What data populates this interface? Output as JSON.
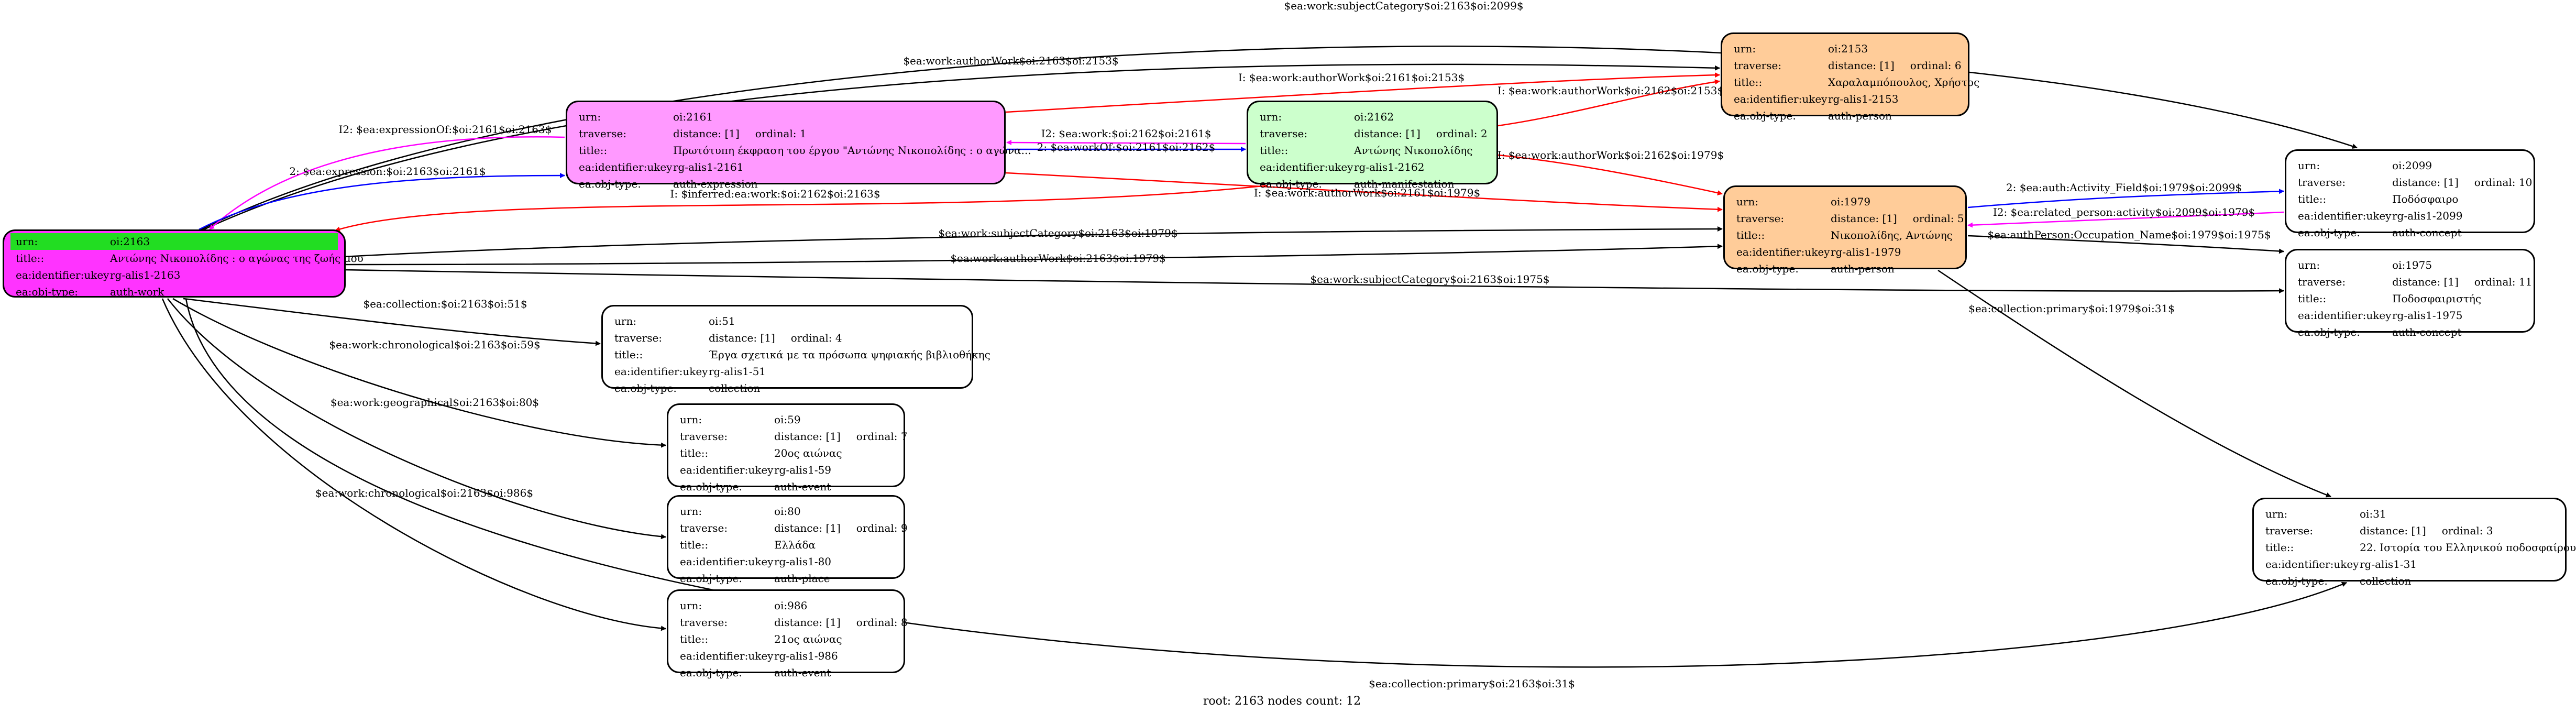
{
  "footer": "root: 2163 nodes count: 12",
  "colors": {
    "root_fill": "#ff33ff",
    "root_header": "#22dd22",
    "expression_fill": "#ff99ff",
    "manifestation_fill": "#ccffcc",
    "person_fill": "#ffcc99",
    "plain_fill": "#ffffff",
    "edge_black": "#000000",
    "edge_red": "#ff0000",
    "edge_blue": "#0000ff",
    "edge_magenta": "#ff00ff"
  },
  "nodes": [
    {
      "id": "n2163",
      "urn": "oi:2163",
      "title": "Αντώνης Νικοπολίδης : ο αγώνας της ζωής μου",
      "ukey": "rg-alis1-2163",
      "objtype": "auth-work"
    },
    {
      "id": "n2161",
      "urn": "oi:2161",
      "traverse": "distance: [1]",
      "ordinal": "ordinal: 1",
      "title": "Πρωτότυπη έκφραση του έργου \"Αντώνης Νικοπολίδης : ο αγώνα...",
      "ukey": "rg-alis1-2161",
      "objtype": "auth-expression"
    },
    {
      "id": "n2162",
      "urn": "oi:2162",
      "traverse": "distance: [1]",
      "ordinal": "ordinal: 2",
      "title": "Αντώνης Νικοπολίδης",
      "ukey": "rg-alis1-2162",
      "objtype": "auth-manifestation"
    },
    {
      "id": "n2153",
      "urn": "oi:2153",
      "traverse": "distance: [1]",
      "ordinal": "ordinal: 6",
      "title": "Χαραλαμπόπουλος, Χρήστος",
      "ukey": "rg-alis1-2153",
      "objtype": "auth-person"
    },
    {
      "id": "n1979",
      "urn": "oi:1979",
      "traverse": "distance: [1]",
      "ordinal": "ordinal: 5",
      "title": "Νικοπολίδης, Αντώνης",
      "ukey": "rg-alis1-1979",
      "objtype": "auth-person"
    },
    {
      "id": "n2099",
      "urn": "oi:2099",
      "traverse": "distance: [1]",
      "ordinal": "ordinal: 10",
      "title": "Ποδόσφαιρο",
      "ukey": "rg-alis1-2099",
      "objtype": "auth-concept"
    },
    {
      "id": "n1975",
      "urn": "oi:1975",
      "traverse": "distance: [1]",
      "ordinal": "ordinal: 11",
      "title": "Ποδοσφαιριστής",
      "ukey": "rg-alis1-1975",
      "objtype": "auth-concept"
    },
    {
      "id": "n51",
      "urn": "oi:51",
      "traverse": "distance: [1]",
      "ordinal": "ordinal: 4",
      "title": "Έργα σχετικά με τα πρόσωπα ψηφιακής βιβλιοθήκης",
      "ukey": "rg-alis1-51",
      "objtype": "collection"
    },
    {
      "id": "n59",
      "urn": "oi:59",
      "traverse": "distance: [1]",
      "ordinal": "ordinal: 7",
      "title": "20ος αιώνας",
      "ukey": "rg-alis1-59",
      "objtype": "auth-event"
    },
    {
      "id": "n80",
      "urn": "oi:80",
      "traverse": "distance: [1]",
      "ordinal": "ordinal: 9",
      "title": "Ελλάδα",
      "ukey": "rg-alis1-80",
      "objtype": "auth-place"
    },
    {
      "id": "n986",
      "urn": "oi:986",
      "traverse": "distance: [1]",
      "ordinal": "ordinal: 8",
      "title": "21ος αιώνας",
      "ukey": "rg-alis1-986",
      "objtype": "auth-event"
    },
    {
      "id": "n31",
      "urn": "oi:31",
      "traverse": "distance: [1]",
      "ordinal": "ordinal: 3",
      "title": "22. Ιστορία του Ελληνικού ποδοσφαίρου",
      "ukey": "rg-alis1-31",
      "objtype": "collection"
    }
  ],
  "field_labels": {
    "urn": "urn:",
    "traverse": "traverse:",
    "title": "title::",
    "ukey": "ea:identifier:ukey",
    "objtype": "ea:obj-type:"
  },
  "edges": [
    {
      "label": "$ea:work:subjectCategory$oi:2163$oi:2099$",
      "color": "edge_black"
    },
    {
      "label": "$ea:work:authorWork$oi:2163$oi:2153$",
      "color": "edge_black"
    },
    {
      "label": "I: $ea:work:authorWork$oi:2161$oi:2153$",
      "color": "edge_red"
    },
    {
      "label": "I: $ea:work:authorWork$oi:2162$oi:2153$",
      "color": "edge_red"
    },
    {
      "label": "I2: $ea:expressionOf:$oi:2161$oi:2163$",
      "color": "edge_magenta"
    },
    {
      "label": "2: $ea:expression:$oi:2163$oi:2161$",
      "color": "edge_blue"
    },
    {
      "label": "I2: $ea:work:$oi:2162$oi:2161$",
      "color": "edge_magenta"
    },
    {
      "label": "2: $ea:workOf:$oi:2161$oi:2162$",
      "color": "edge_blue"
    },
    {
      "label": "I: $inferred:ea:work:$oi:2162$oi:2163$",
      "color": "edge_red"
    },
    {
      "label": "I: $ea:work:authorWork$oi:2162$oi:1979$",
      "color": "edge_red"
    },
    {
      "label": "I: $ea:work:authorWork$oi:2161$oi:1979$",
      "color": "edge_red"
    },
    {
      "label": "$ea:work:subjectCategory$oi:2163$oi:1979$",
      "color": "edge_black"
    },
    {
      "label": "$ea:work:authorWork$oi:2163$oi:1979$",
      "color": "edge_black"
    },
    {
      "label": "$ea:work:subjectCategory$oi:2163$oi:1975$",
      "color": "edge_black"
    },
    {
      "label": "2: $ea:auth:Activity_Field$oi:1979$oi:2099$",
      "color": "edge_blue"
    },
    {
      "label": "I2: $ea:related_person:activity$oi:2099$oi:1979$",
      "color": "edge_magenta"
    },
    {
      "label": "$ea:authPerson:Occupation_Name$oi:1979$oi:1975$",
      "color": "edge_black"
    },
    {
      "label": "$ea:collection:primary$oi:1979$oi:31$",
      "color": "edge_black"
    },
    {
      "label": "$ea:collection:$oi:2163$oi:51$",
      "color": "edge_black"
    },
    {
      "label": "$ea:work:chronological$oi:2163$oi:59$",
      "color": "edge_black"
    },
    {
      "label": "$ea:work:geographical$oi:2163$oi:80$",
      "color": "edge_black"
    },
    {
      "label": "$ea:work:chronological$oi:2163$oi:986$",
      "color": "edge_black"
    },
    {
      "label": "$ea:collection:primary$oi:2163$oi:31$",
      "color": "edge_black"
    }
  ]
}
